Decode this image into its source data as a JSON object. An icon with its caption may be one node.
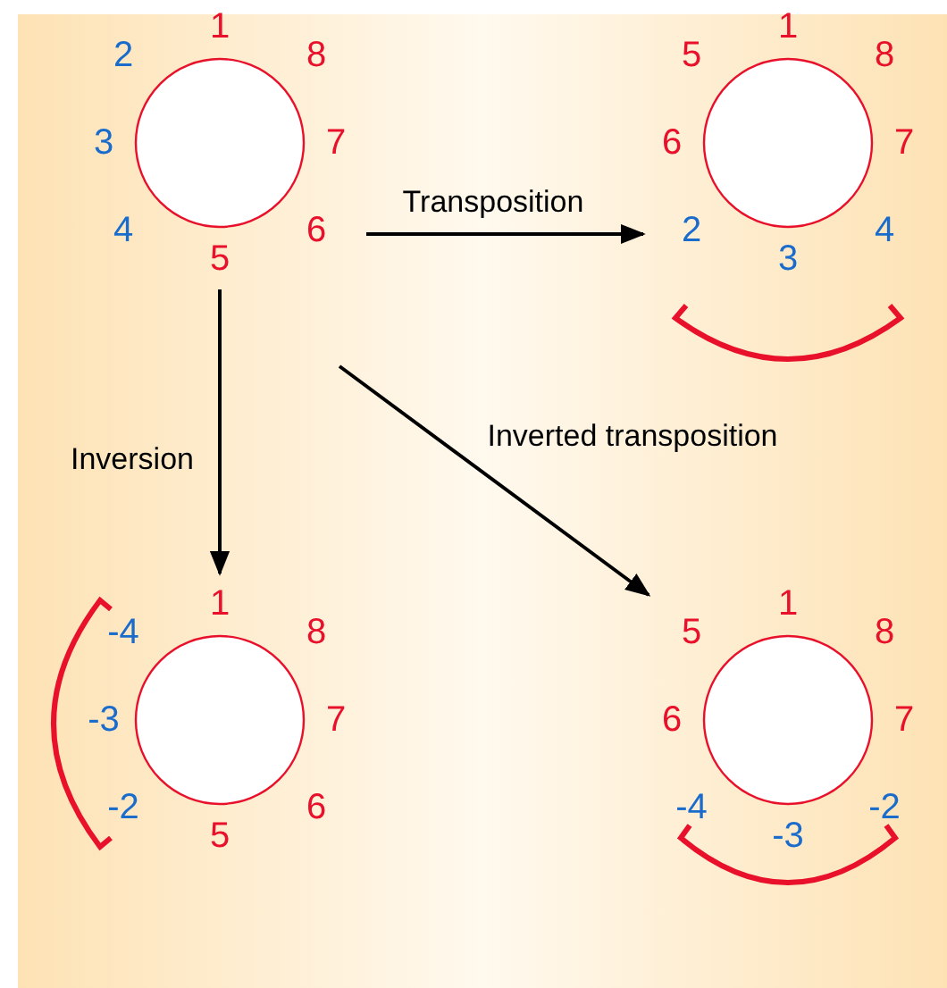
{
  "diagram": {
    "nodes": [
      {
        "text": [
          "1",
          "8",
          "7",
          "6",
          "5",
          "4",
          "3",
          "2"
        ]
      },
      {
        "text": [
          "1",
          "8",
          "7",
          "4",
          "3",
          "2",
          "6",
          "5"
        ]
      },
      {
        "text": [
          "1",
          "8",
          "7",
          "6",
          "5",
          "-2",
          "-3",
          "-4"
        ]
      },
      {
        "text": [
          "1",
          "8",
          "7",
          "-2",
          "-3",
          "-4",
          "6",
          "5"
        ]
      }
    ],
    "edges": [
      {
        "from": 0,
        "to": 1,
        "arrow": "to",
        "label": "Transposition"
      },
      {
        "from": 0,
        "to": 2,
        "arrow": "to",
        "label": "Inversion"
      },
      {
        "from": 0,
        "to": 3,
        "arrow": "to",
        "label": "Inverted transposition"
      }
    ]
  }
}
